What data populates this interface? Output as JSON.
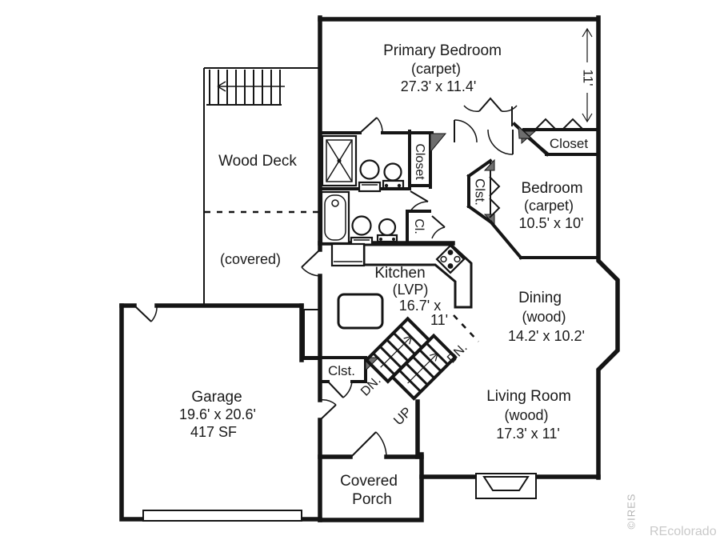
{
  "colors": {
    "line": "#151515",
    "ink": "#1a1a1a",
    "wedge": "#6e6e6e",
    "wmdark": "#b5b5b5",
    "wmlight": "#c9c9c9"
  },
  "rooms": {
    "primary_bedroom": {
      "name": "Primary Bedroom",
      "floor": "(carpet)",
      "dims": "27.3' x 11.4'"
    },
    "wood_deck": {
      "name": "Wood Deck",
      "note": "(covered)"
    },
    "bedroom": {
      "name": "Bedroom",
      "floor": "(carpet)",
      "dims": "10.5' x 10'"
    },
    "kitchen": {
      "name": "Kitchen",
      "floor": "(LVP)",
      "dims_line1": "16.7' x",
      "dims_line2": "11'"
    },
    "dining": {
      "name": "Dining",
      "floor": "(wood)",
      "dims": "14.2' x 10.2'"
    },
    "living_room": {
      "name": "Living Room",
      "floor": "(wood)",
      "dims": "17.3' x 11'"
    },
    "garage": {
      "name": "Garage",
      "dims": "19.6' x 20.6'",
      "area": "417 SF"
    },
    "covered_porch": {
      "name_line1": "Covered",
      "name_line2": "Porch"
    }
  },
  "closets": {
    "top_right": "Closet",
    "bath_primary": "Closet",
    "bath_hall": "Cl.",
    "bedroom_closet": "Clst.",
    "stair_hall": "Clst."
  },
  "stairs": {
    "down_left": "DN.",
    "down_right": "DN.",
    "up": "UP"
  },
  "dimensions": {
    "right_vertical": "11'"
  },
  "watermarks": {
    "ires": "©IRES",
    "recolorado": "REcolorado"
  }
}
